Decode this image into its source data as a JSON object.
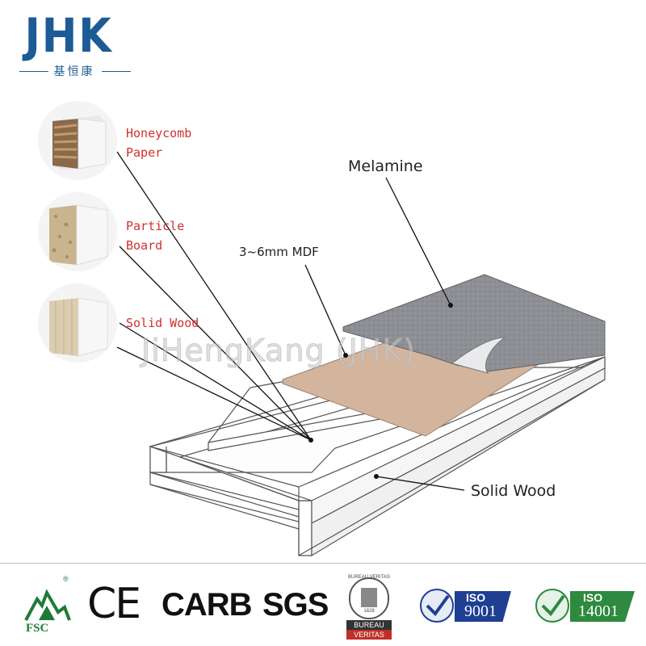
{
  "brand": {
    "logo_text": "JHK",
    "logo_subtitle": "基恒康"
  },
  "watermark": "JiHengKang (JHK)",
  "core_options": [
    {
      "label_line1": "Honeycomb",
      "label_line2": "Paper"
    },
    {
      "label_line1": "Particle",
      "label_line2": "Board"
    },
    {
      "label_line1": "Solid Wood",
      "label_line2": ""
    }
  ],
  "layers": {
    "melamine": "Melamine",
    "mdf": "3~6mm MDF",
    "frame": "Solid Wood"
  },
  "certifications": {
    "fsc": "FSC",
    "fsc_mark": "®",
    "ce": "CE",
    "carb": "CARB",
    "sgs": "SGS",
    "bureau_top": "BUREAU VERITAS",
    "bureau_year": "1828",
    "bureau_line1": "BUREAU",
    "bureau_line2": "VERITAS",
    "iso1_small": "ISO",
    "iso1_num": "9001",
    "iso2_small": "ISO",
    "iso2_num": "14001"
  },
  "colors": {
    "brand_blue": "#1d5b96",
    "label_red": "#d0312d",
    "iso_blue": "#1f3f93",
    "iso_green": "#2d8a3e"
  }
}
